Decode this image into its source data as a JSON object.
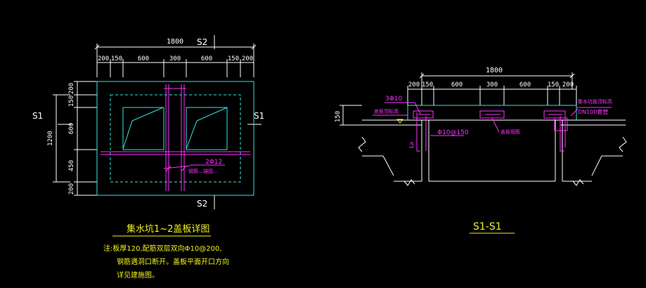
{
  "plan": {
    "overall_dim": "1800",
    "top_dims": [
      "200",
      "150",
      "600",
      "300",
      "600",
      "150",
      "200"
    ],
    "left_overall_dim": "1200",
    "left_dims": [
      "200",
      "150",
      "600",
      "450",
      "200"
    ],
    "section_top": "S2",
    "section_bottom": "S2",
    "section_left": "S1",
    "section_right": "S1",
    "rebar_label": "2Φ12",
    "rebar_note": "钢筋…锚固…",
    "title": "集水坑1~2盖板详图",
    "notes": [
      "注:板厚120,配筋双层双向Φ10@200,",
      "钢筋遇洞口断开。盖板平面开口方向",
      "详见建施图。"
    ]
  },
  "section": {
    "overall_dim": "1800",
    "top_dims": [
      "200",
      "150",
      "600",
      "300",
      "600",
      "150",
      "200"
    ],
    "bar_label": "3Φ10",
    "left_note": "底板顶标高",
    "height_dim": "150",
    "stirrup_label": "Φ10@150",
    "la_label": "La",
    "mid_note": "盖板钢筋",
    "right_note_1": "集水坑板顶标高",
    "right_note_2": "DN100套管",
    "title": "S1-S1"
  },
  "colors": {
    "dimension": "#ffffff",
    "outline": "#30e6e6",
    "rebar": "#ff30ff",
    "title": "#f0f020",
    "leader": "#40e040",
    "background": "#000000"
  }
}
